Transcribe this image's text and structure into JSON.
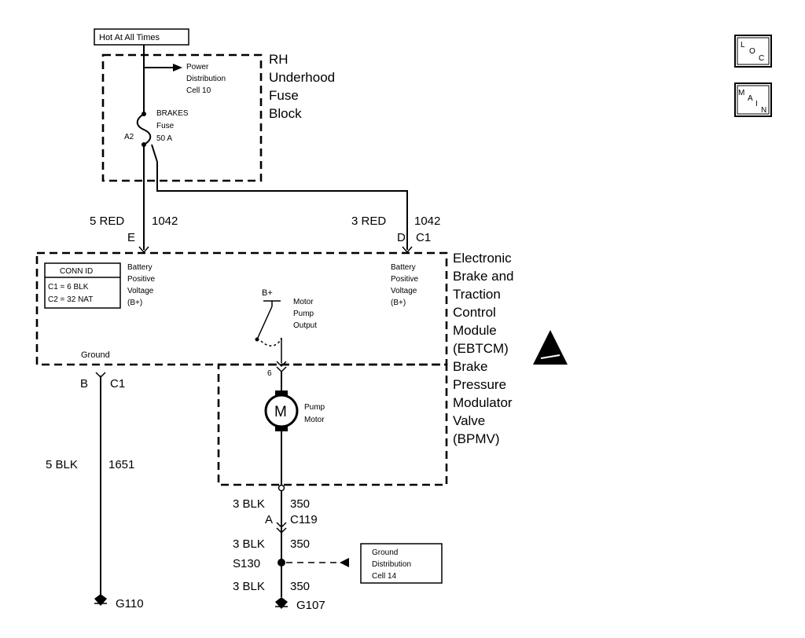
{
  "hot_label": "Hot At All Times",
  "fuse_block": {
    "name": [
      "RH",
      "Underhood",
      "Fuse",
      "Block"
    ],
    "power_dist": [
      "Power",
      "Distribution",
      "Cell 10"
    ],
    "fuse_label": [
      "BRAKES",
      "Fuse",
      "50 A"
    ],
    "fuse_pin": "A2"
  },
  "wires": {
    "left_top": {
      "color": "5 RED",
      "circuit": "1042",
      "pin": "E"
    },
    "right_top": {
      "color": "3 RED",
      "circuit": "1042",
      "pin": "D",
      "connector": "C1"
    },
    "ground": {
      "color": "5 BLK",
      "circuit": "1651",
      "pin": "B",
      "connector": "C1"
    },
    "pump_a": {
      "color": "3 BLK",
      "circuit": "350",
      "pin": "A",
      "connector": "C119"
    },
    "splice": {
      "color": "3 BLK",
      "circuit": "350",
      "splice": "S130"
    },
    "g107": {
      "color": "3 BLK",
      "circuit": "350"
    }
  },
  "ebtcm": {
    "name": [
      "Electronic",
      "Brake and",
      "Traction",
      "Control",
      "Module",
      "(EBTCM)"
    ],
    "conn_id": {
      "title": "CONN ID",
      "rows": [
        "C1 = 6 BLK",
        "C2 = 32 NAT"
      ]
    },
    "batt_left": [
      "Battery",
      "Positive",
      "Voltage",
      "(B+)"
    ],
    "batt_right": [
      "Battery",
      "Positive",
      "Voltage",
      "(B+)"
    ],
    "bplus": "B+",
    "motor_output": [
      "Motor",
      "Pump",
      "Output"
    ],
    "ground": "Ground",
    "pin6": "6"
  },
  "bpmv": {
    "name": [
      "Brake",
      "Pressure",
      "Modulator",
      "Valve",
      "(BPMV)"
    ],
    "motor_symbol": "M",
    "motor_label": [
      "Pump",
      "Motor"
    ]
  },
  "grounds": {
    "g110": "G110",
    "g107": "G107"
  },
  "ground_dist": [
    "Ground",
    "Distribution",
    "Cell 14"
  ],
  "nav": {
    "loc": {
      "l": "L",
      "o": "O",
      "c": "C"
    },
    "main": {
      "m": "M",
      "a": "A",
      "i": "I",
      "n": "N"
    }
  }
}
